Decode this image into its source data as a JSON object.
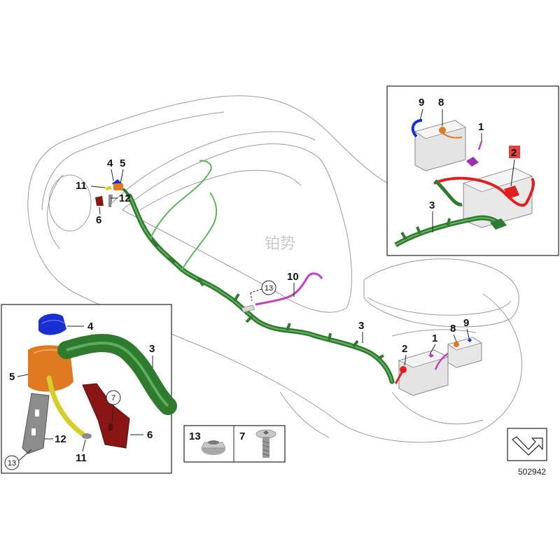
{
  "diagram": {
    "reference_number": "502942",
    "watermark": "铂势",
    "callouts": {
      "c1": "1",
      "c2": "2",
      "c3": "3",
      "c4": "4",
      "c5": "5",
      "c6": "6",
      "c8": "8",
      "c9": "9",
      "c10": "10",
      "c11": "11",
      "c12": "12",
      "c13": "13"
    },
    "legend": {
      "item_a": "13",
      "item_b": "7"
    },
    "detail_left": {
      "c3": "3",
      "c4": "4",
      "c5": "5",
      "c6": "6",
      "c7": "7",
      "c11": "11",
      "c12": "12",
      "c13": "13"
    },
    "detail_right": {
      "c1": "1",
      "c2": "2",
      "c3": "3",
      "c8": "8",
      "c9": "9"
    },
    "colors": {
      "harness": "#2f7a2f",
      "harness_light": "#5fb35f",
      "positive_cable": "#e02020",
      "negative_cable": "#c040c0",
      "terminal_blue": "#1a2fd0",
      "terminal_orange": "#e07a20",
      "bracket_red": "#8a1515",
      "cable_yellow": "#d6cf2a",
      "bracket_gray": "#8c8c8c"
    }
  }
}
